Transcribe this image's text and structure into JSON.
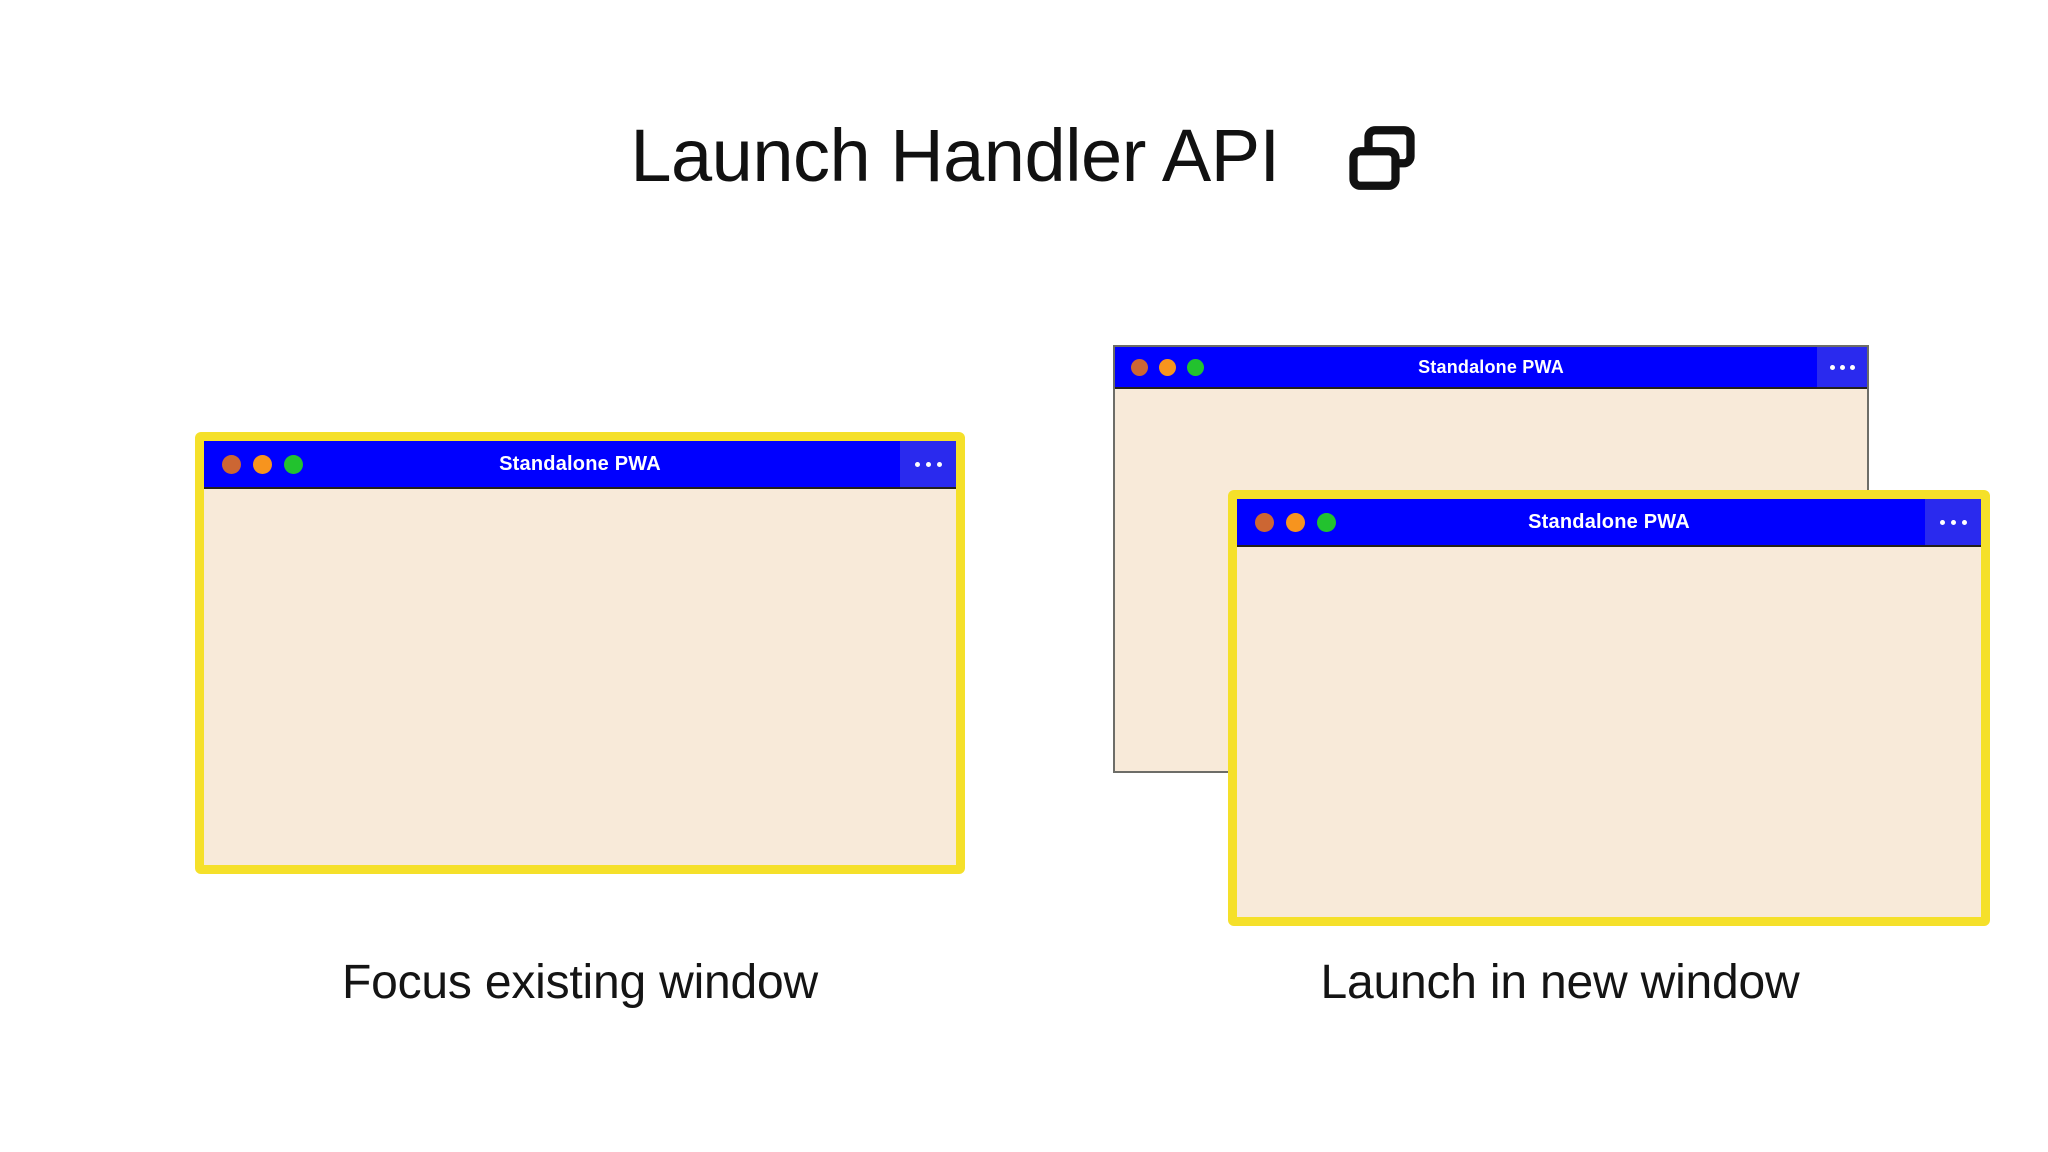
{
  "header": {
    "title": "Launch Handler API",
    "icon": "multi-window-icon"
  },
  "colors": {
    "titlebar_blue": "#0000FF",
    "menu_button_blue": "#2A2AEE",
    "focus_frame_yellow": "#F5E02A",
    "window_body_cream": "#F8EAD9",
    "unfocused_frame_gray": "#6D6D68",
    "dot_close": "#CC6633",
    "dot_minimize": "#F7941E",
    "dot_maximize": "#22C22E",
    "page_background": "#FFFFFF",
    "text_dark": "#141414"
  },
  "scenarios": [
    {
      "id": "focus-existing",
      "caption": "Focus existing window",
      "windows": [
        {
          "id": "win-left",
          "title": "Standalone PWA",
          "focused": true,
          "menu_label": "More options"
        }
      ]
    },
    {
      "id": "launch-new",
      "caption": "Launch in new window",
      "windows": [
        {
          "id": "win-back",
          "title": "Standalone PWA",
          "focused": false,
          "menu_label": "More options"
        },
        {
          "id": "win-front",
          "title": "Standalone PWA",
          "focused": true,
          "menu_label": "More options"
        }
      ]
    }
  ],
  "traffic_lights": {
    "close": "close-button",
    "minimize": "minimize-button",
    "maximize": "maximize-button"
  }
}
